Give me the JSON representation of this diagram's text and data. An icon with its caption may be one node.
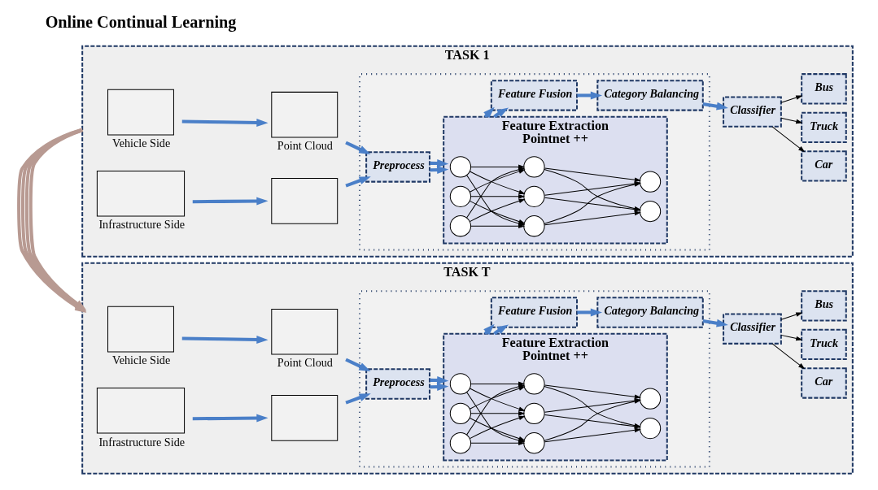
{
  "diagram": {
    "nodes": [
      {
        "text": [
          "TASK 1"
        ]
      },
      {
        "text": [],
        "shape": "box",
        "in": 0,
        "beside": [
          "Vehicle Side"
        ]
      },
      {
        "text": [],
        "shape": "box",
        "in": 0,
        "beside": [
          "Point Cloud"
        ]
      },
      {
        "text": [],
        "shape": "box",
        "in": 0,
        "beside": [
          "Infrastructure Side"
        ]
      },
      {
        "text": [],
        "shape": "box",
        "in": 0
      },
      {
        "text": [],
        "shape": "box",
        "in": 0
      },
      {
        "text": [
          "Preprocess"
        ],
        "in": 5
      },
      {
        "text": [
          "Feature Extraction",
          "Pointnet ++"
        ],
        "in": 5
      },
      {
        "text": [],
        "shape": "circle",
        "in": 7
      },
      {
        "text": [],
        "shape": "circle",
        "in": 7
      },
      {
        "text": [],
        "shape": "circle",
        "in": 7
      },
      {
        "text": [],
        "shape": "circle",
        "in": 7
      },
      {
        "text": [],
        "shape": "circle",
        "in": 7
      },
      {
        "text": [],
        "shape": "circle",
        "in": 7
      },
      {
        "text": [],
        "shape": "circle",
        "in": 7
      },
      {
        "text": [],
        "shape": "circle",
        "in": 7
      },
      {
        "text": [
          "Feature Fusion"
        ],
        "in": 5
      },
      {
        "text": [
          "Category Balancing"
        ],
        "in": 5
      },
      {
        "text": [
          "Classifier"
        ],
        "in": 0
      },
      {
        "text": [
          "Car"
        ],
        "in": 0
      },
      {
        "text": [
          "Truck"
        ],
        "in": 0
      },
      {
        "text": [
          "Bus"
        ],
        "in": 0
      },
      {
        "text": [
          "TASK T"
        ]
      },
      {
        "text": [],
        "shape": "box",
        "in": 22,
        "beside": [
          "Vehicle Side"
        ]
      },
      {
        "text": [],
        "shape": "box",
        "in": 22,
        "beside": [
          "Point Cloud"
        ]
      },
      {
        "text": [],
        "shape": "box",
        "in": 22,
        "beside": [
          "Infrastructure Side"
        ]
      },
      {
        "text": [],
        "shape": "box",
        "in": 22
      },
      {
        "text": [],
        "shape": "box",
        "in": 22
      },
      {
        "text": [
          "Preprocess"
        ],
        "in": 27
      },
      {
        "text": [
          "Feature Extraction",
          "Pointnet ++"
        ],
        "in": 27
      },
      {
        "text": [],
        "shape": "circle",
        "in": 29
      },
      {
        "text": [],
        "shape": "circle",
        "in": 29
      },
      {
        "text": [],
        "shape": "circle",
        "in": 29
      },
      {
        "text": [],
        "shape": "circle",
        "in": 29
      },
      {
        "text": [],
        "shape": "circle",
        "in": 29
      },
      {
        "text": [],
        "shape": "circle",
        "in": 29
      },
      {
        "text": [],
        "shape": "circle",
        "in": 29
      },
      {
        "text": [],
        "shape": "circle",
        "in": 29
      },
      {
        "text": [
          "Feature Fusion"
        ],
        "in": 27
      },
      {
        "text": [
          "Category Balancing"
        ],
        "in": 27
      },
      {
        "text": [
          "Classifier"
        ],
        "in": 22
      },
      {
        "text": [
          "Car"
        ],
        "in": 22
      },
      {
        "text": [
          "Truck"
        ],
        "in": 22
      },
      {
        "text": [
          "Bus"
        ],
        "in": 22
      }
    ],
    "edges": [
      {
        "from": 1,
        "to": 2,
        "arrow": "to",
        "style": "thick",
        "color": "#4a7fc8"
      },
      {
        "from": 3,
        "to": 4,
        "arrow": "to",
        "style": "thick",
        "color": "#4a7fc8"
      },
      {
        "from": 2,
        "to": 6,
        "arrow": "to",
        "style": "thick",
        "color": "#4a7fc8"
      },
      {
        "from": 4,
        "to": 6,
        "arrow": "to",
        "style": "thick",
        "color": "#4a7fc8"
      },
      {
        "from": 6,
        "to": 7,
        "arrow": "to",
        "style": "thick",
        "color": "#4a7fc8"
      },
      {
        "from": 6,
        "to": 7,
        "arrow": "to",
        "style": "thick",
        "color": "#4a7fc8"
      },
      {
        "from": 8,
        "to": 11,
        "arrow": "to"
      },
      {
        "from": 8,
        "to": 12,
        "arrow": "to"
      },
      {
        "from": 8,
        "to": 13,
        "arrow": "to"
      },
      {
        "from": 9,
        "to": 11,
        "arrow": "to"
      },
      {
        "from": 9,
        "to": 12,
        "arrow": "to"
      },
      {
        "from": 9,
        "to": 13,
        "arrow": "to"
      },
      {
        "from": 10,
        "to": 11,
        "arrow": "to"
      },
      {
        "from": 10,
        "to": 12,
        "arrow": "to"
      },
      {
        "from": 10,
        "to": 13,
        "arrow": "to"
      },
      {
        "from": 11,
        "to": 14,
        "arrow": "to"
      },
      {
        "from": 11,
        "to": 15,
        "arrow": "to"
      },
      {
        "from": 12,
        "to": 14,
        "arrow": "to"
      },
      {
        "from": 12,
        "to": 15,
        "arrow": "to"
      },
      {
        "from": 13,
        "to": 14,
        "arrow": "to"
      },
      {
        "from": 13,
        "to": 15,
        "arrow": "to"
      },
      {
        "from": 7,
        "to": 16,
        "arrow": "to",
        "style": "thick",
        "color": "#4a7fc8"
      },
      {
        "from": 7,
        "to": 16,
        "arrow": "to",
        "style": "thick",
        "color": "#4a7fc8"
      },
      {
        "from": 16,
        "to": 17,
        "arrow": "to",
        "style": "thick",
        "color": "#4a7fc8"
      },
      {
        "from": 17,
        "to": 18,
        "arrow": "to",
        "style": "thick",
        "color": "#4a7fc8"
      },
      {
        "from": 18,
        "to": 19,
        "arrow": "to"
      },
      {
        "from": 18,
        "to": 20,
        "arrow": "to"
      },
      {
        "from": 18,
        "to": 21,
        "arrow": "to"
      },
      {
        "from": 23,
        "to": 24,
        "arrow": "to",
        "style": "thick",
        "color": "#4a7fc8"
      },
      {
        "from": 25,
        "to": 26,
        "arrow": "to",
        "style": "thick",
        "color": "#4a7fc8"
      },
      {
        "from": 24,
        "to": 28,
        "arrow": "to",
        "style": "thick",
        "color": "#4a7fc8"
      },
      {
        "from": 26,
        "to": 28,
        "arrow": "to",
        "style": "thick",
        "color": "#4a7fc8"
      },
      {
        "from": 28,
        "to": 29,
        "arrow": "to",
        "style": "thick",
        "color": "#4a7fc8"
      },
      {
        "from": 28,
        "to": 29,
        "arrow": "to",
        "style": "thick",
        "color": "#4a7fc8"
      },
      {
        "from": 30,
        "to": 33,
        "arrow": "to"
      },
      {
        "from": 30,
        "to": 34,
        "arrow": "to"
      },
      {
        "from": 30,
        "to": 35,
        "arrow": "to"
      },
      {
        "from": 31,
        "to": 33,
        "arrow": "to"
      },
      {
        "from": 31,
        "to": 34,
        "arrow": "to"
      },
      {
        "from": 31,
        "to": 35,
        "arrow": "to"
      },
      {
        "from": 32,
        "to": 33,
        "arrow": "to"
      },
      {
        "from": 32,
        "to": 34,
        "arrow": "to"
      },
      {
        "from": 32,
        "to": 35,
        "arrow": "to"
      },
      {
        "from": 33,
        "to": 36,
        "arrow": "to"
      },
      {
        "from": 33,
        "to": 37,
        "arrow": "to"
      },
      {
        "from": 34,
        "to": 36,
        "arrow": "to"
      },
      {
        "from": 34,
        "to": 37,
        "arrow": "to"
      },
      {
        "from": 35,
        "to": 36,
        "arrow": "to"
      },
      {
        "from": 35,
        "to": 37,
        "arrow": "to"
      },
      {
        "from": 29,
        "to": 38,
        "arrow": "to",
        "style": "thick",
        "color": "#4a7fc8"
      },
      {
        "from": 29,
        "to": 38,
        "arrow": "to",
        "style": "thick",
        "color": "#4a7fc8"
      },
      {
        "from": 38,
        "to": 39,
        "arrow": "to",
        "style": "thick",
        "color": "#4a7fc8"
      },
      {
        "from": 39,
        "to": 40,
        "arrow": "to",
        "style": "thick",
        "color": "#4a7fc8"
      },
      {
        "from": 40,
        "to": 41,
        "arrow": "to"
      },
      {
        "from": 40,
        "to": 42,
        "arrow": "to"
      },
      {
        "from": 40,
        "to": 43,
        "arrow": "to"
      },
      {
        "from": 0,
        "to": 22,
        "arrow": "to",
        "style": "thick",
        "color": "#b89a92"
      },
      {
        "from": 0,
        "to": 22,
        "arrow": "to",
        "style": "thick",
        "color": "#b89a92"
      },
      {
        "from": 0,
        "to": 22,
        "arrow": "to",
        "style": "thick",
        "color": "#b89a92"
      },
      {
        "from": 0,
        "to": 22,
        "arrow": "to",
        "style": "thick",
        "color": "#b89a92"
      }
    ],
    "labels": [
      "Online Continual Learning"
    ]
  }
}
